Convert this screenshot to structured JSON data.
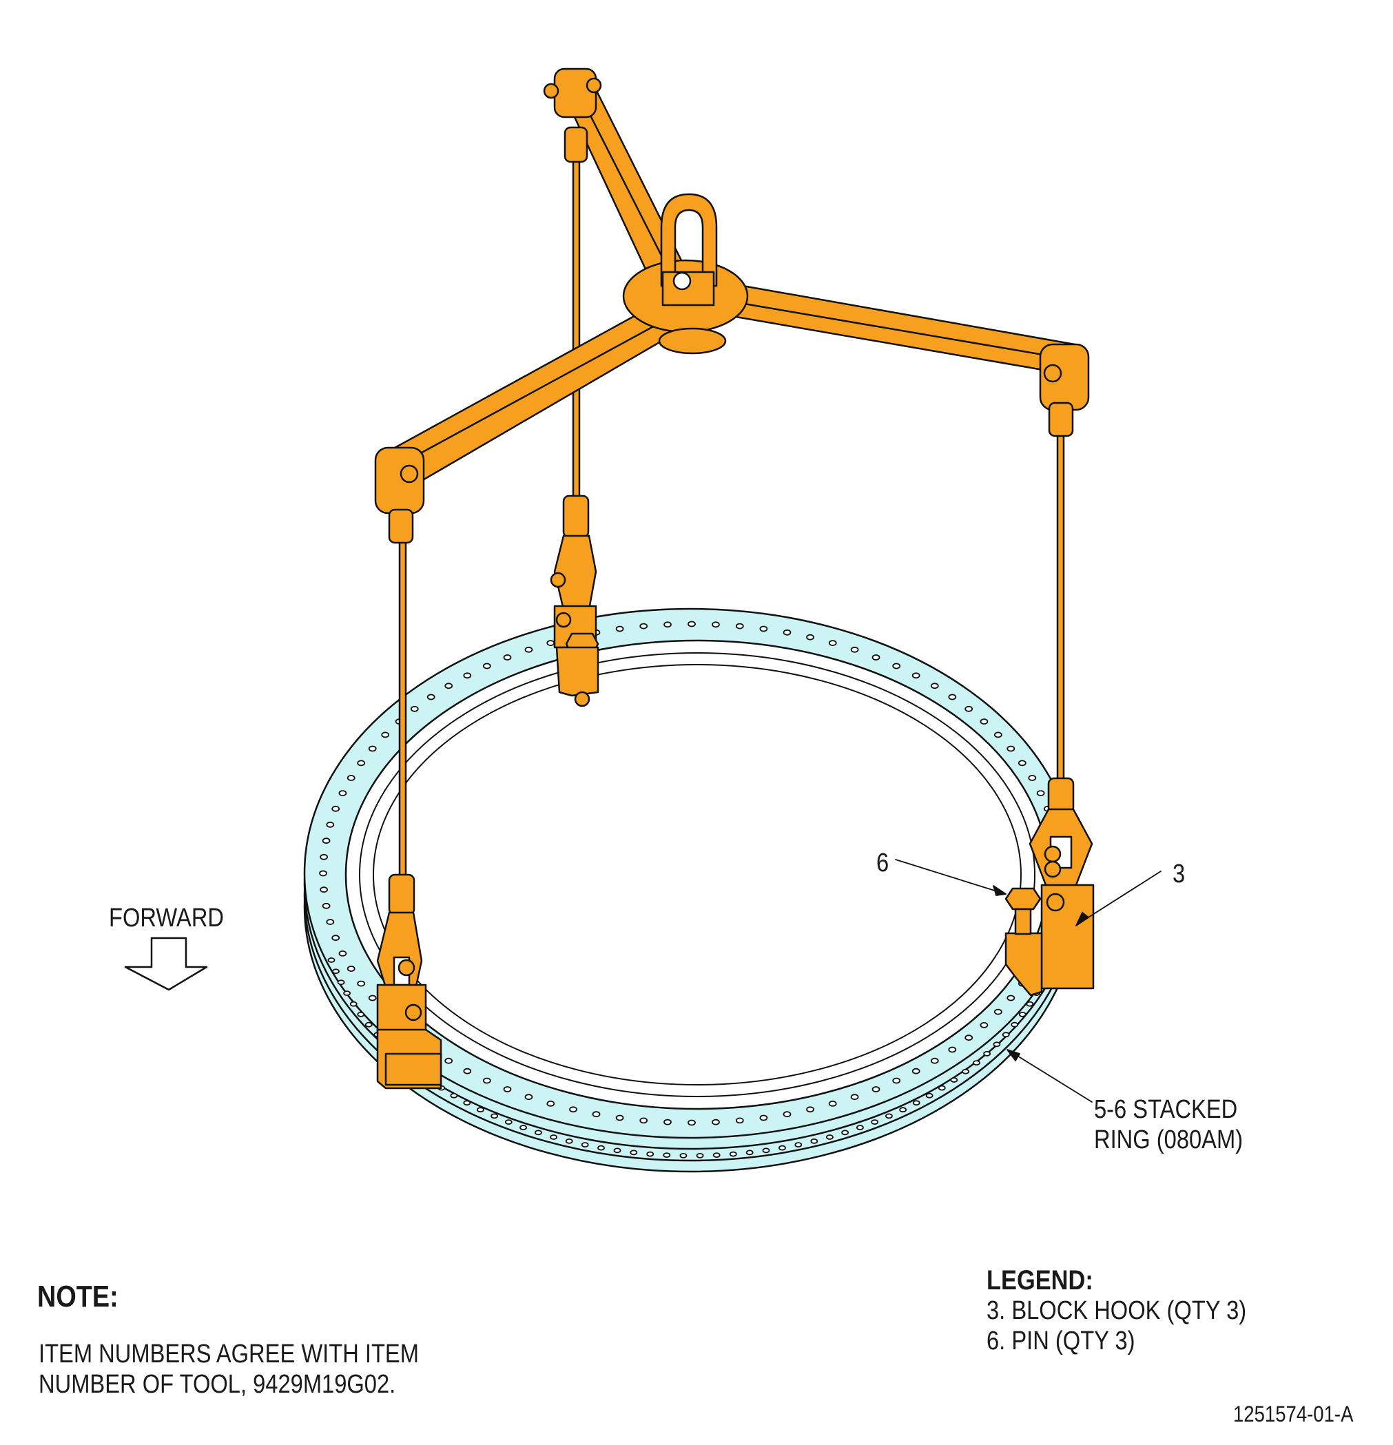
{
  "callouts": {
    "pin": "6",
    "block_hook": "3",
    "ring_line1": "5-6 STACKED",
    "ring_line2": "RING (080AM)"
  },
  "direction": {
    "label": "FORWARD"
  },
  "note": {
    "title": "NOTE:",
    "line1": "ITEM NUMBERS AGREE WITH ITEM",
    "line2": "NUMBER OF TOOL, 9429M19G02."
  },
  "legend": {
    "title": "LEGEND:",
    "items": [
      "3. BLOCK HOOK (QTY 3)",
      "6. PIN (QTY 3)"
    ]
  },
  "drawing_number": "1251574-01-A",
  "colors": {
    "fixture": "#F7A020",
    "ring": "#CDF4F4",
    "line": "#111111"
  }
}
